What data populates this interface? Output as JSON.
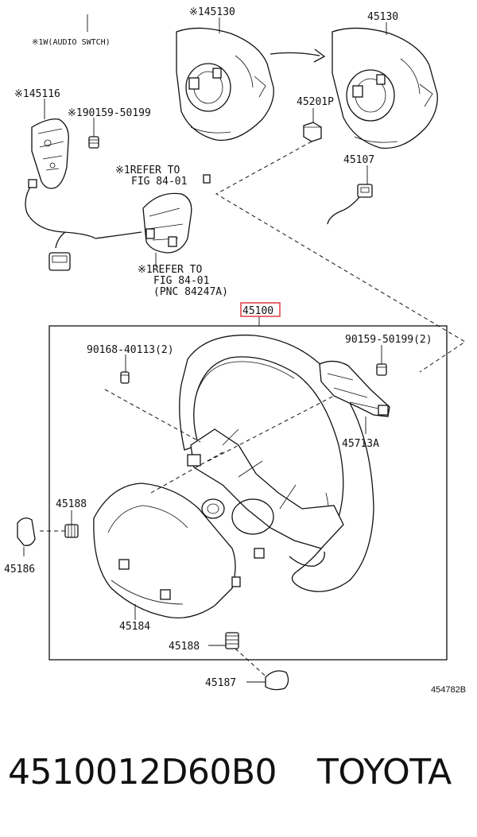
{
  "labels": {
    "top_left_switch": "※1W(AUDIO SWTCH)",
    "pad_marked": "※145130",
    "pad": "45130",
    "switch_left": "※145116",
    "bolt_top": "※190159-50199",
    "nut": "45201P",
    "refer_top": "※1REFER TO",
    "fig_top": "FIG 84-01",
    "connector": "45107",
    "refer_bottom": "※1REFER TO",
    "fig_bottom": "FIG 84-01",
    "pnc": "(PNC 84247A)",
    "wheel_assy": "45100",
    "screw_left": "90168-40113(2)",
    "screw_right": "90159-50199(2)",
    "bracket": "45713A",
    "screw_cover": "45188",
    "cap_left": "45186",
    "cover_lower": "45184",
    "screw_cover_2": "45188",
    "cap_bottom": "45187",
    "diagram_id": "454782B"
  },
  "footer": {
    "part_number": "4510012D60B0",
    "brand": "TOYOTA"
  },
  "colors": {
    "highlight": "#e0474c",
    "line": "#111111"
  }
}
